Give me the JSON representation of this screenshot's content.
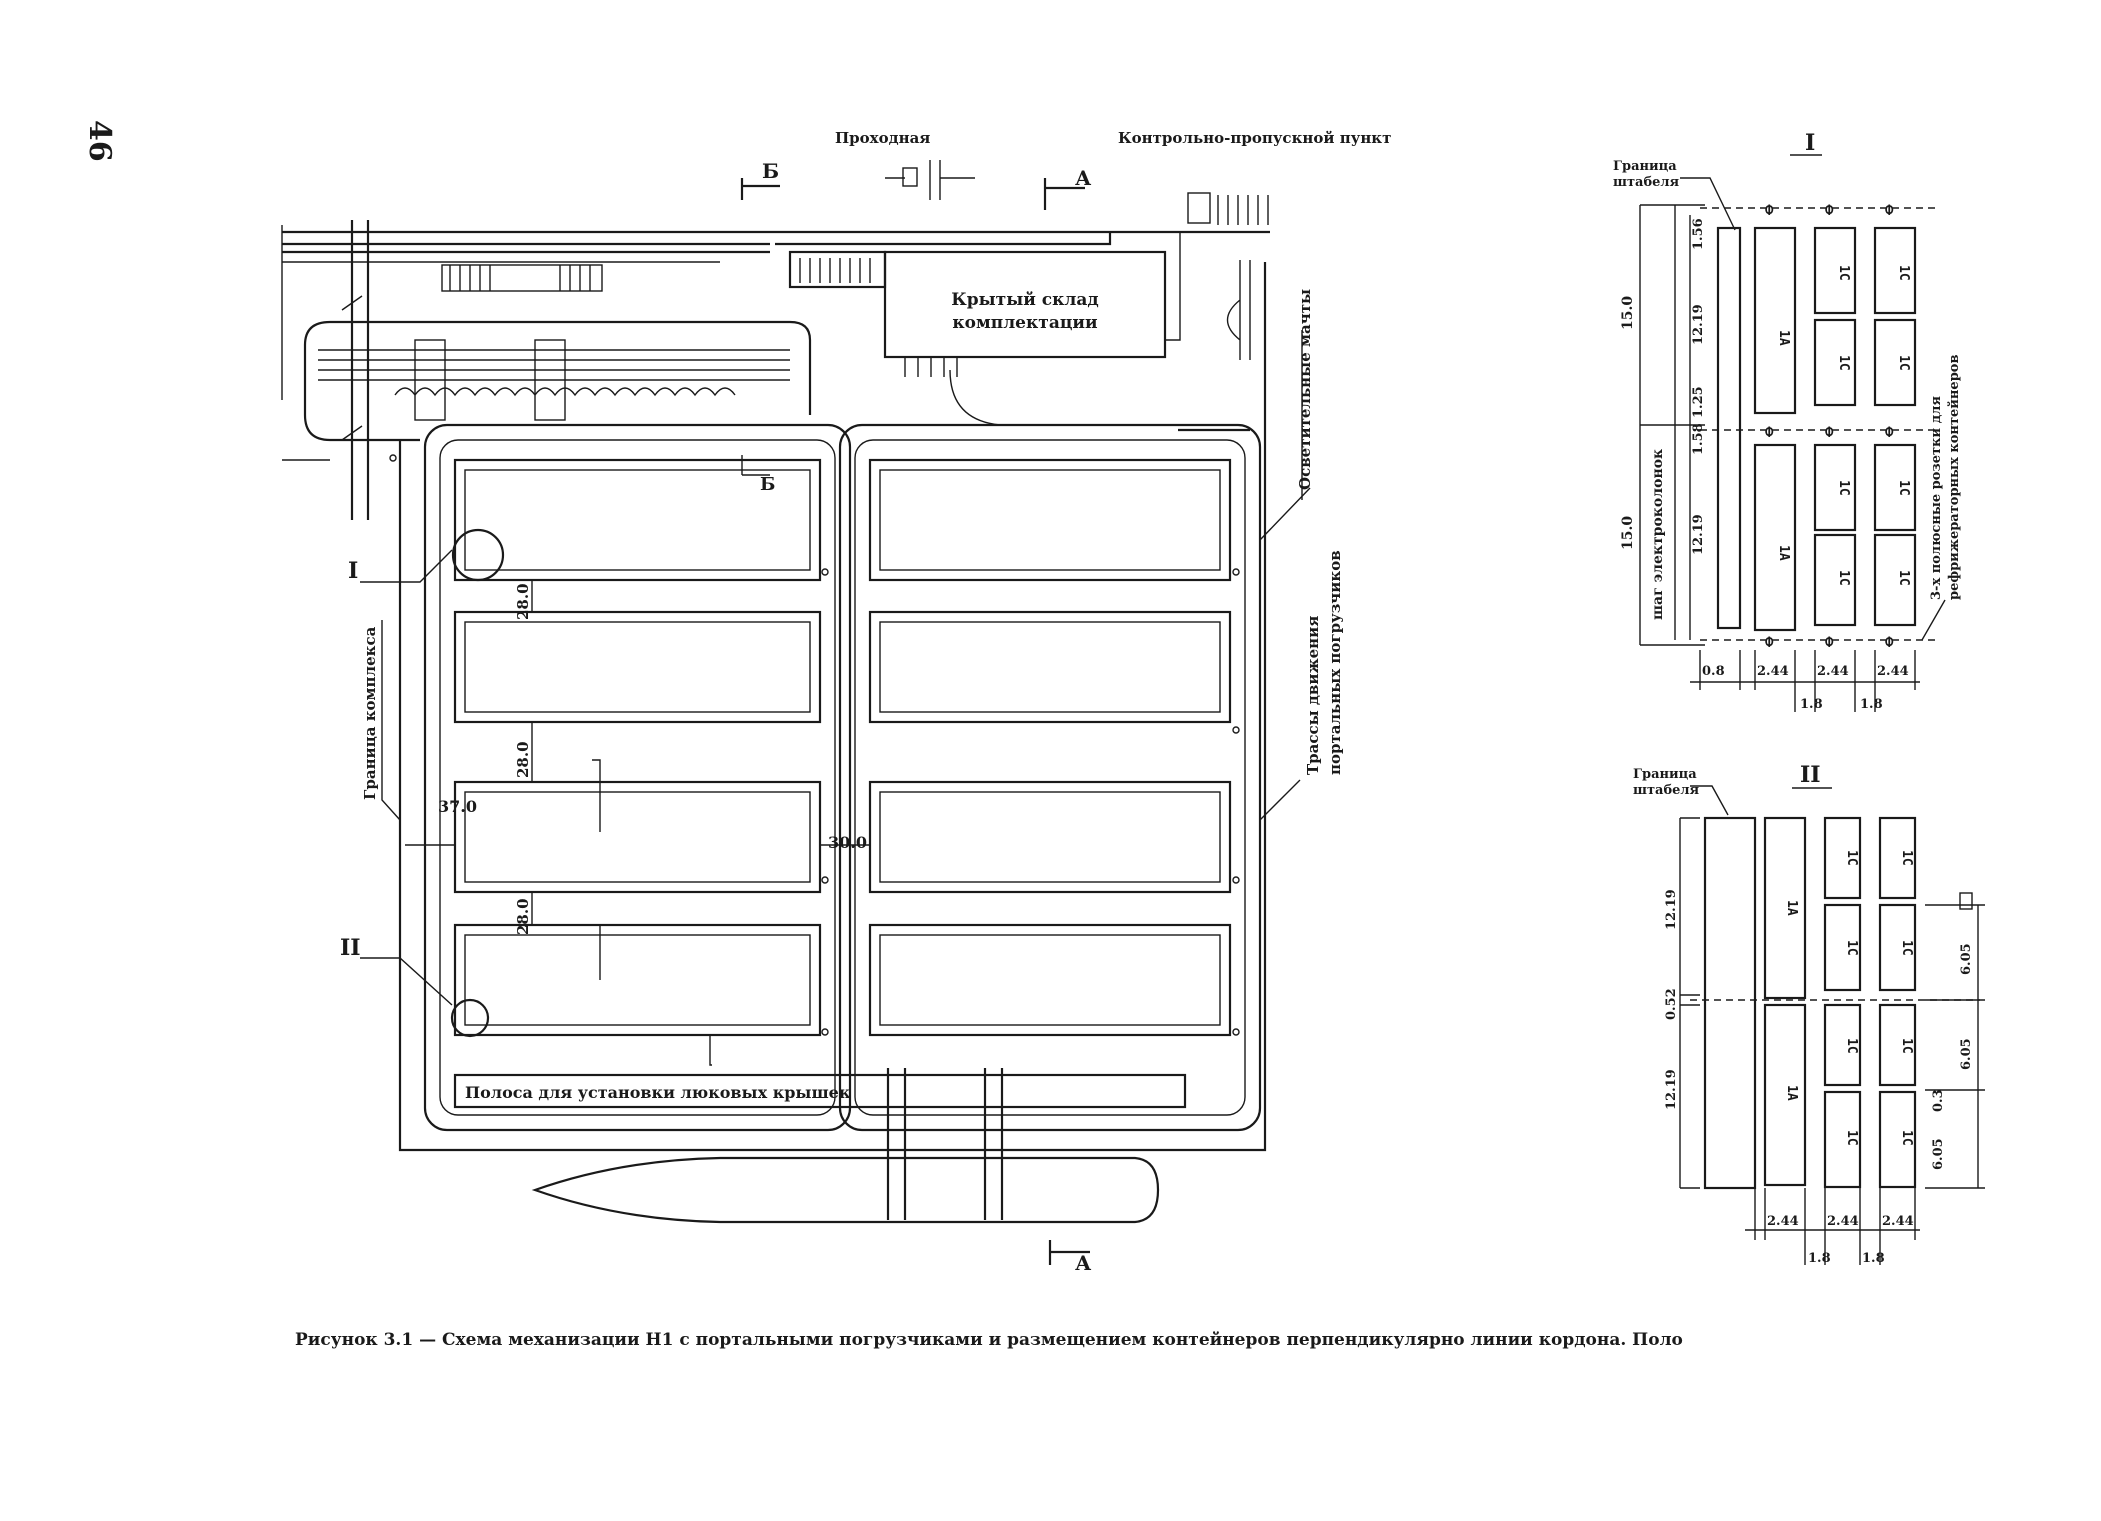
{
  "page_number": "46",
  "caption": "Рисунок 3.1 — Схема механизации Н1 с портальными погрузчиками и размещением контейнеров перпендикулярно линии кордона. Поло",
  "labels": {
    "prokhodnaya": "Проходная",
    "checkpoint": "Контрольно-пропускной пункт",
    "warehouse": "Крытый склад комплектации",
    "lighting_masts": "Осветительные мачты",
    "loader_routes": "Трассы движения портальных погрузчиков",
    "complex_boundary": "Граница комплекса",
    "hatch_strip": "Полоса для установки люковых крышек",
    "section_A": "А",
    "section_B": "Б",
    "callout_I": "I",
    "callout_II": "II",
    "dim_28_0": "28.0",
    "dim_37_0": "37.0",
    "dim_30_0": "30.0"
  },
  "detail_I": {
    "title": "I",
    "stack_boundary": "Граница штабеля",
    "power_column_step": "шаг электроколонок",
    "reefer_sockets": "3-х полюсные розетки для рефрижераторных контейнеров",
    "dims_vertical": [
      "15.0",
      "15.0",
      "1.56",
      "12.19",
      "1.58",
      "1.25",
      "12.19"
    ],
    "dims_bottom": [
      "0.8",
      "2.44",
      "2.44",
      "2.44",
      "1.8",
      "1.8"
    ],
    "container_labels": [
      "1A",
      "1C",
      "1C",
      "1C",
      "1C",
      "1A",
      "1C",
      "1C",
      "1C",
      "1C"
    ]
  },
  "detail_II": {
    "title": "II",
    "stack_boundary": "Граница штабеля",
    "dims_vertical": [
      "12.19",
      "0.52",
      "12.19"
    ],
    "dims_right": [
      "6.05",
      "6.05",
      "6.05",
      "0.3"
    ],
    "dims_bottom": [
      "2.44",
      "2.44",
      "2.44",
      "1.8",
      "1.8"
    ],
    "container_labels": [
      "1A",
      "1A",
      "1C",
      "1C",
      "1C",
      "1C",
      "1C",
      "1C",
      "1C",
      "1C"
    ]
  }
}
